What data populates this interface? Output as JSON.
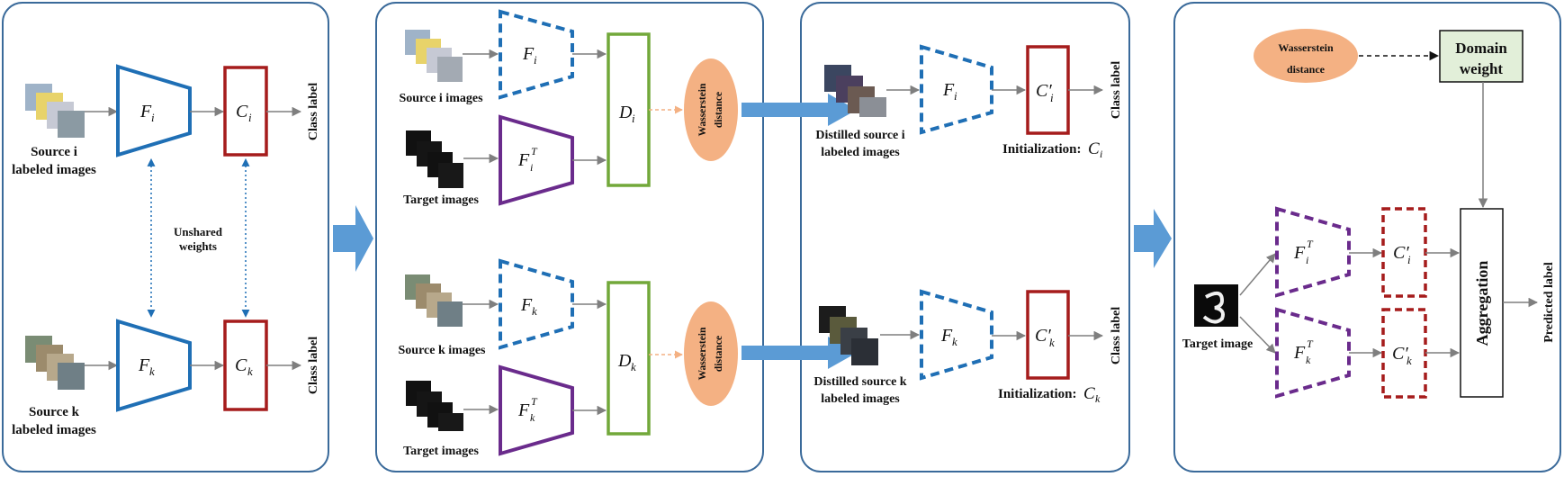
{
  "panel1": {
    "source_i_label": [
      "Source i",
      "labeled images"
    ],
    "source_k_label": [
      "Source k",
      "labeled images"
    ],
    "F_i": "F",
    "F_i_sub": "i",
    "F_k": "F",
    "F_k_sub": "k",
    "C_i": "C",
    "C_i_sub": "i",
    "C_k": "C",
    "C_k_sub": "k",
    "class_label": "Class label",
    "unshared": [
      "Unshared",
      "weights"
    ]
  },
  "panel2": {
    "source_i_images": "Source i images",
    "source_k_images": "Source k images",
    "target_images": "Target images",
    "F_i": "F",
    "F_i_sub": "i",
    "F_k": "F",
    "F_k_sub": "k",
    "FT_i": "F",
    "FT_i_sup": "T",
    "FT_i_sub": "i",
    "FT_k": "F",
    "FT_k_sup": "T",
    "FT_k_sub": "k",
    "D_i": "D",
    "D_i_sub": "i",
    "D_k": "D",
    "D_k_sub": "k",
    "wasserstein": [
      "Wasserstein",
      "distance"
    ]
  },
  "panel3": {
    "distilled_i": [
      "Distilled source i",
      "labeled images"
    ],
    "distilled_k": [
      "Distilled source k",
      "labeled images"
    ],
    "F_i": "F",
    "F_i_sub": "i",
    "F_k": "F",
    "F_k_sub": "k",
    "Cp_i": "C′",
    "Cp_i_sub": "i",
    "Cp_k": "C′",
    "Cp_k_sub": "k",
    "init_i": "Initialization:",
    "init_i_math": "C",
    "init_i_sub": "i",
    "init_k": "Initialization:",
    "init_k_math": "C",
    "init_k_sub": "k",
    "class_label": "Class label"
  },
  "panel4": {
    "wasserstein": [
      "Wasserstein",
      "distance"
    ],
    "domain_weight": [
      "Domain",
      "weight"
    ],
    "target_image": "Target image",
    "FT_i": "F",
    "FT_i_sup": "T",
    "FT_i_sub": "i",
    "FT_k": "F",
    "FT_k_sup": "T",
    "FT_k_sub": "k",
    "Cp_i": "C′",
    "Cp_i_sub": "i",
    "Cp_k": "C′",
    "Cp_k_sub": "k",
    "aggregation": "Aggregation",
    "predicted_label": "Predicted label"
  },
  "colors": {
    "panel_border": "#3a6a9a",
    "feature_blue": "#1f6fb5",
    "classifier_red": "#a51c1c",
    "discriminator_green": "#72a83a",
    "target_purple": "#6a2b8c",
    "wasserstein_fill": "#f4b183",
    "big_arrow": "#5b9bd5",
    "domain_fill": "#e2efd9",
    "arrow_gray": "#7f7f7f"
  }
}
